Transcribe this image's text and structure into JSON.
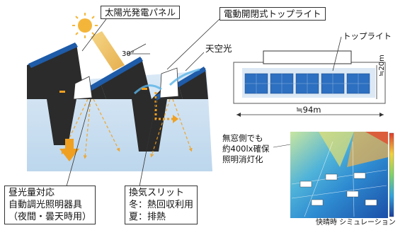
{
  "callouts": {
    "solar_panel": "太陽光発電パネル",
    "top_light": "電動開閉式トップライト",
    "sky_light": "天空光",
    "dimming_line1": "昼光量対応",
    "dimming_line2": "自動調光照明器具",
    "dimming_line3": "（夜間・曇天時用）",
    "vent_line1": "換気スリット",
    "vent_line2": "冬：熱回収利用",
    "vent_line3": "夏：排熱",
    "angle": "30°"
  },
  "plan": {
    "top_light_label": "トップライト",
    "width_label": "≒94m",
    "depth_label": "≒20m"
  },
  "simulation": {
    "note_line1": "無窓側でも",
    "note_line2": "約400lx確保",
    "note_line3": "照明消灯化",
    "caption": "快晴時 シミュレーション"
  },
  "colors": {
    "sky_blue": "#cfe3f3",
    "panel_blue": "#1e5ba8",
    "section_dark": "#2b2b2b",
    "arrow_orange": "#f0a020",
    "vent_blue": "#5ab4e8"
  }
}
